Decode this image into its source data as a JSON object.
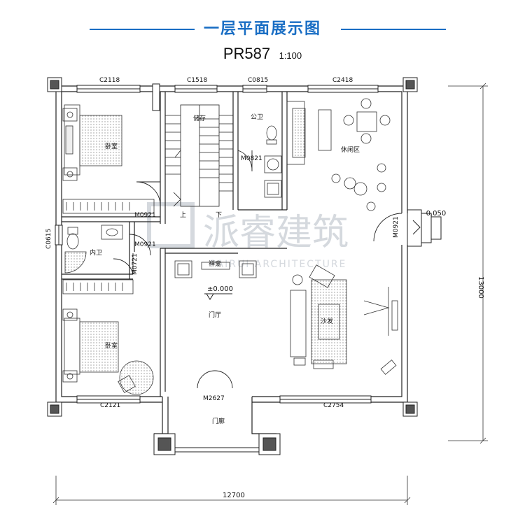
{
  "header": {
    "title": "一层平面展示图",
    "code": "PR587",
    "scale": "1:100"
  },
  "openings": {
    "w_top_left": "C2118",
    "w_top_mid": "C1518",
    "w_top_wc": "C0815",
    "w_top_right": "C2418",
    "w_left": "C0615",
    "w_bottom_left": "C2121",
    "w_bottom_right": "C2754",
    "d_bed1": "M0921",
    "d_wc_a": "M0921",
    "d_wc_b": "M0721",
    "d_public_wc": "M0821",
    "d_side": "M0921",
    "d_main": "M2627"
  },
  "rooms": {
    "bed1": "卧室",
    "bed2": "卧室",
    "inner_wc": "内卫",
    "public_wc": "公卫",
    "storage": "储存",
    "leisure": "休闲区",
    "hall": "门厅",
    "porch": "门廊",
    "shrine": "祥龛",
    "sofa_mark": "沙发"
  },
  "stairs": {
    "up": "上",
    "down": "下"
  },
  "levels": {
    "floor": "±0.000",
    "step": "-0.050"
  },
  "dimensions": {
    "width": "12700",
    "depth": "13000"
  },
  "watermark": {
    "cn": "派睿建筑",
    "en": "PAIRUI ARCHITECTURE"
  }
}
